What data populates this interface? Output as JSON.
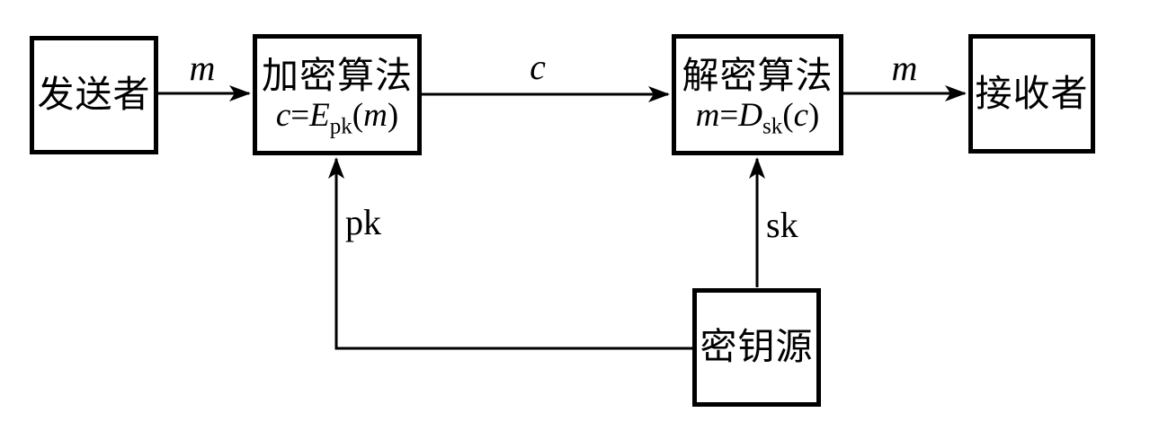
{
  "boxes": {
    "sender": {
      "label": "发送者"
    },
    "encrypt": {
      "title": "加密算法",
      "formula": {
        "out": "c",
        "eq": "=",
        "func": "E",
        "sub": "pk",
        "open": "(",
        "arg": "m",
        "close": ")"
      }
    },
    "decrypt": {
      "title": "解密算法",
      "formula": {
        "out": "m",
        "eq": "=",
        "func": "D",
        "sub": "sk",
        "open": "(",
        "arg": "c",
        "close": ")"
      }
    },
    "receiver": {
      "label": "接收者"
    },
    "key_source": {
      "label": "密钥源"
    }
  },
  "edge_labels": {
    "m_in": "m",
    "c": "c",
    "m_out": "m",
    "pk": "pk",
    "sk": "sk"
  },
  "colors": {
    "stroke": "#000000",
    "background": "#ffffff"
  }
}
